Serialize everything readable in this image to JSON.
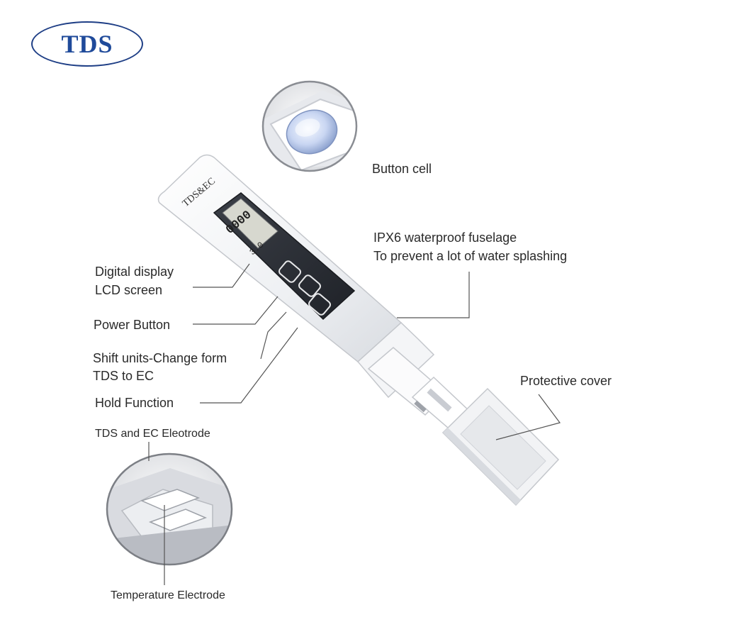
{
  "logo": {
    "text": "TDS",
    "color": "#1f4a9a"
  },
  "device": {
    "brand_text": "TDS&EC",
    "lcd_main_reading": "0000",
    "lcd_secondary_reading": "3.0",
    "body_color": "#f2f3f5",
    "lcd_color": "#2e3138"
  },
  "labels": {
    "button_cell": "Button cell",
    "waterproof_line1": "IPX6 waterproof fuselage",
    "waterproof_line2": "To prevent a lot of water splashing",
    "display_line1": "Digital display",
    "display_line2": "LCD screen",
    "power_button": "Power Button",
    "shift_line1": "Shift units-Change form",
    "shift_line2": "TDS to EC",
    "hold_function": "Hold Function",
    "protective_cover": "Protective cover",
    "electrode": "TDS and EC Eleotrode",
    "temperature_electrode": "Temperature Electrode"
  }
}
